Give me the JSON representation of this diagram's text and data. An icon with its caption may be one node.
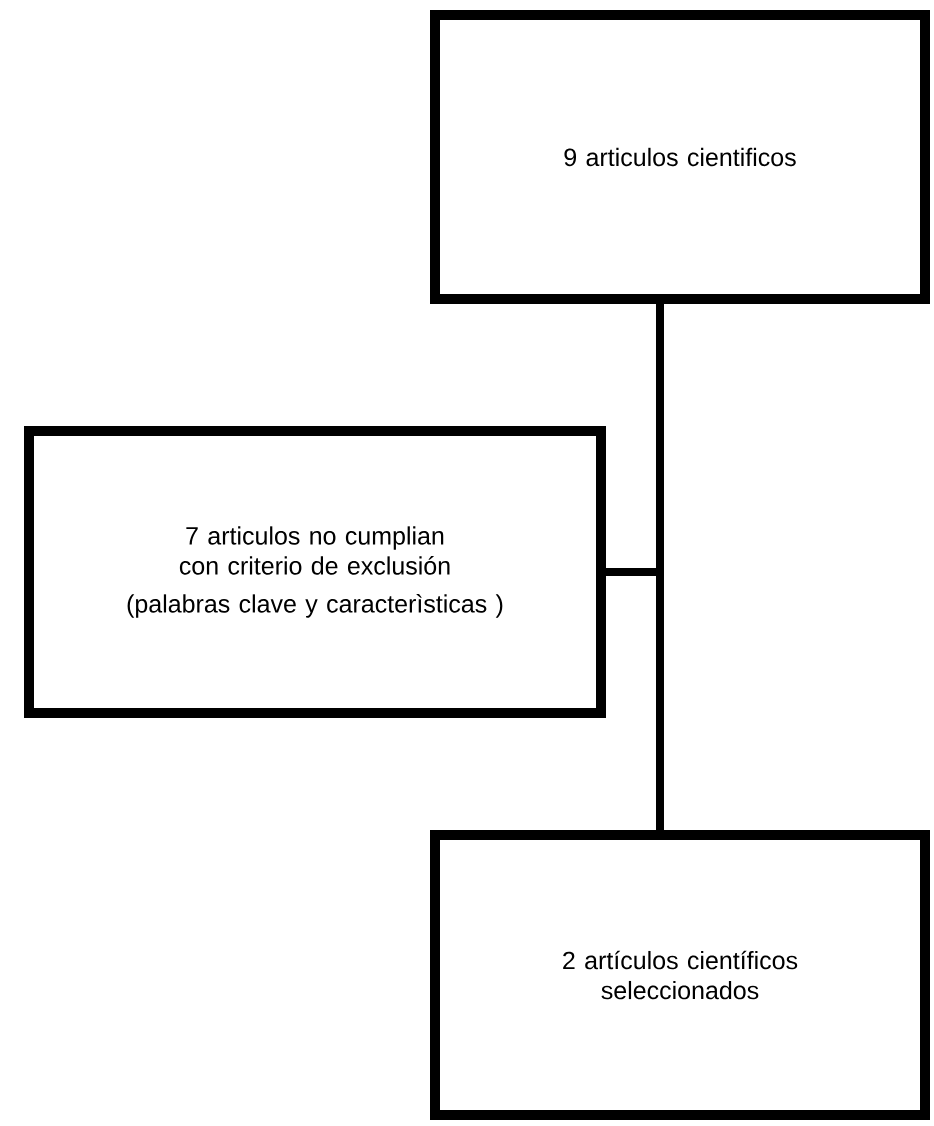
{
  "diagram": {
    "nodes": [
      {
        "text": [
          "9 articulos cientificos"
        ]
      },
      {
        "text": [
          "7 articulos no cumplian con criterio de exclusión",
          "(palabras clave y caracterìsticas )"
        ]
      },
      {
        "text": [
          "2 artículos científicos seleccionados"
        ]
      }
    ],
    "edges": [
      {
        "from": 0,
        "to": 2,
        "arrow": "none"
      },
      {
        "from": 0,
        "to": 1,
        "arrow": "none"
      }
    ]
  }
}
